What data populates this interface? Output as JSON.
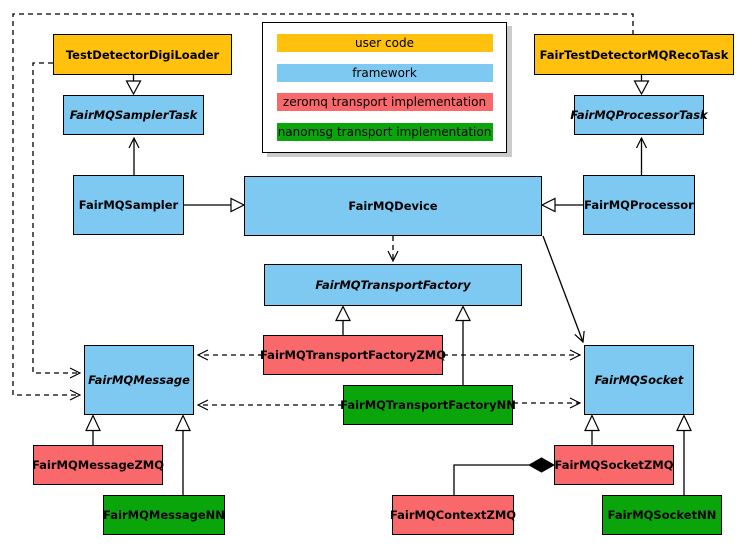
{
  "diagram": {
    "kind": "UML class diagram",
    "subject": "FairMQ framework transport architecture"
  },
  "legend": {
    "items": [
      {
        "label": "user code",
        "color": "#FFC10D"
      },
      {
        "label": "framework",
        "color": "#7DC9F1"
      },
      {
        "label": "zeromq transport implementation",
        "color": "#F9696B"
      },
      {
        "label": "nanomsg transport implementation",
        "color": "#0AA50A"
      }
    ]
  },
  "nodes": {
    "test_detector_digi_loader": {
      "label": "TestDetectorDigiLoader",
      "category": "user code",
      "abstract": false
    },
    "fair_test_detector_mq_reco_task": {
      "label": "FairTestDetectorMQRecoTask",
      "category": "user code",
      "abstract": false
    },
    "fair_mq_sampler_task": {
      "label": "FairMQSamplerTask",
      "category": "framework",
      "abstract": true
    },
    "fair_mq_processor_task": {
      "label": "FairMQProcessorTask",
      "category": "framework",
      "abstract": true
    },
    "fair_mq_sampler": {
      "label": "FairMQSampler",
      "category": "framework",
      "abstract": false
    },
    "fair_mq_device": {
      "label": "FairMQDevice",
      "category": "framework",
      "abstract": false
    },
    "fair_mq_processor": {
      "label": "FairMQProcessor",
      "category": "framework",
      "abstract": false
    },
    "fair_mq_transport_factory": {
      "label": "FairMQTransportFactory",
      "category": "framework",
      "abstract": true
    },
    "fair_mq_message": {
      "label": "FairMQMessage",
      "category": "framework",
      "abstract": true
    },
    "fair_mq_socket": {
      "label": "FairMQSocket",
      "category": "framework",
      "abstract": true
    },
    "fair_mq_transport_factory_zmq": {
      "label": "FairMQTransportFactoryZMQ",
      "category": "zeromq transport implementation",
      "abstract": false
    },
    "fair_mq_transport_factory_nn": {
      "label": "FairMQTransportFactoryNN",
      "category": "nanomsg transport implementation",
      "abstract": false
    },
    "fair_mq_message_zmq": {
      "label": "FairMQMessageZMQ",
      "category": "zeromq transport implementation",
      "abstract": false
    },
    "fair_mq_message_nn": {
      "label": "FairMQMessageNN",
      "category": "nanomsg transport implementation",
      "abstract": false
    },
    "fair_mq_context_zmq": {
      "label": "FairMQContextZMQ",
      "category": "zeromq transport implementation",
      "abstract": false
    },
    "fair_mq_socket_zmq": {
      "label": "FairMQSocketZMQ",
      "category": "zeromq transport implementation",
      "abstract": false
    },
    "fair_mq_socket_nn": {
      "label": "FairMQSocketNN",
      "category": "nanomsg transport implementation",
      "abstract": false
    }
  },
  "edges": [
    {
      "from": "TestDetectorDigiLoader",
      "to": "FairMQSamplerTask",
      "type": "inheritance"
    },
    {
      "from": "FairTestDetectorMQRecoTask",
      "to": "FairMQProcessorTask",
      "type": "inheritance"
    },
    {
      "from": "FairMQSampler",
      "to": "FairMQDevice",
      "type": "inheritance"
    },
    {
      "from": "FairMQProcessor",
      "to": "FairMQDevice",
      "type": "inheritance"
    },
    {
      "from": "FairMQTransportFactoryZMQ",
      "to": "FairMQTransportFactory",
      "type": "inheritance"
    },
    {
      "from": "FairMQTransportFactoryNN",
      "to": "FairMQTransportFactory",
      "type": "inheritance"
    },
    {
      "from": "FairMQMessageZMQ",
      "to": "FairMQMessage",
      "type": "inheritance"
    },
    {
      "from": "FairMQMessageNN",
      "to": "FairMQMessage",
      "type": "inheritance"
    },
    {
      "from": "FairMQSocketZMQ",
      "to": "FairMQSocket",
      "type": "inheritance"
    },
    {
      "from": "FairMQSocketNN",
      "to": "FairMQSocket",
      "type": "inheritance"
    },
    {
      "from": "FairMQSampler",
      "to": "FairMQSamplerTask",
      "type": "association"
    },
    {
      "from": "FairMQProcessor",
      "to": "FairMQProcessorTask",
      "type": "association"
    },
    {
      "from": "FairMQDevice",
      "to": "FairMQSocket",
      "type": "association"
    },
    {
      "from": "FairMQDevice",
      "to": "FairMQTransportFactory",
      "type": "dependency-dashed"
    },
    {
      "from": "FairMQTransportFactoryZMQ",
      "to": "FairMQMessage",
      "type": "dependency-dashed"
    },
    {
      "from": "FairMQTransportFactoryZMQ",
      "to": "FairMQSocket",
      "type": "dependency-dashed"
    },
    {
      "from": "FairMQTransportFactoryNN",
      "to": "FairMQMessage",
      "type": "dependency-dashed"
    },
    {
      "from": "FairMQTransportFactoryNN",
      "to": "FairMQSocket",
      "type": "dependency-dashed"
    },
    {
      "from": "TestDetectorDigiLoader",
      "to": "FairMQMessage",
      "type": "dependency-dashed"
    },
    {
      "from": "FairTestDetectorMQRecoTask",
      "to": "FairMQMessage",
      "type": "dependency-dashed"
    },
    {
      "from": "FairMQSocketZMQ",
      "to": "FairMQContextZMQ",
      "type": "composition"
    }
  ]
}
